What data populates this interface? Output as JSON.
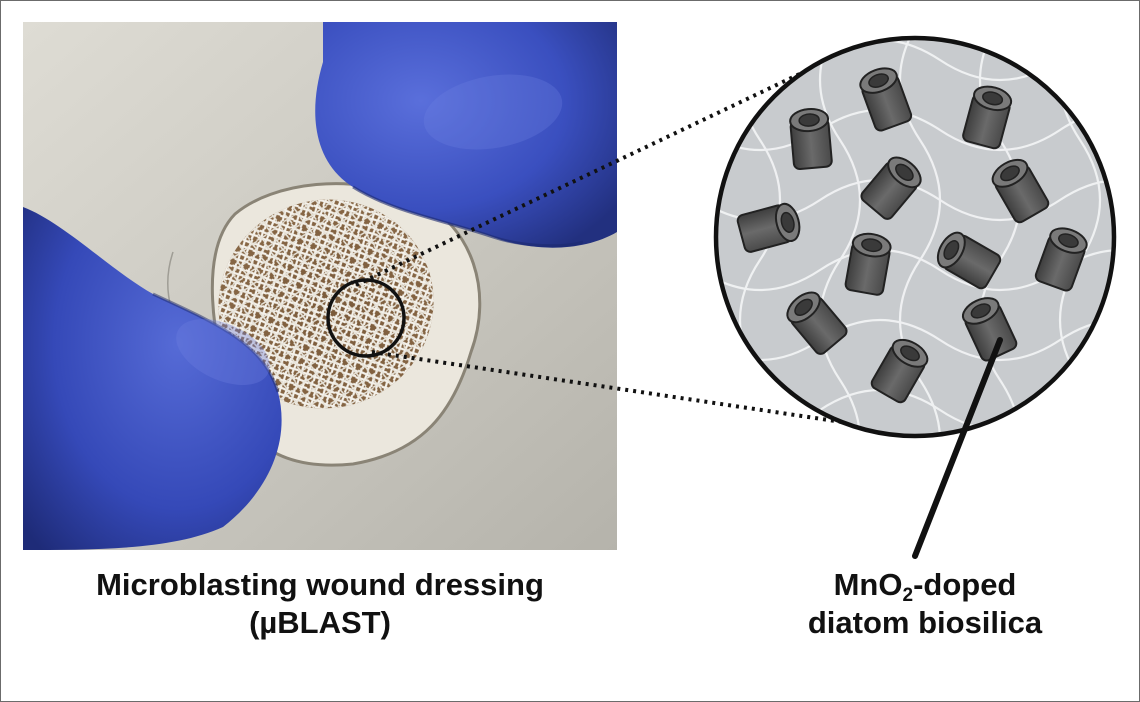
{
  "caption_left": {
    "line1": "Microblasting wound dressing",
    "line2": "(µBLAST)"
  },
  "caption_right": {
    "line1_prefix": "MnO",
    "line1_sub": "2",
    "line1_suffix": "-doped",
    "line2": "diatom biosilica"
  },
  "colors": {
    "glove": "#3e54c4",
    "glove_shadow": "#24348e",
    "dressing_pad": "#ece8de",
    "mesh": "#f2efe7",
    "background_paper": "#c7c5bd",
    "zoom_fill": "#c9cccf",
    "diatom": "#5a5a5a"
  },
  "icons": [
    "glove-finger",
    "mesh-dressing",
    "zoom-circle",
    "diatom-cylinder"
  ]
}
